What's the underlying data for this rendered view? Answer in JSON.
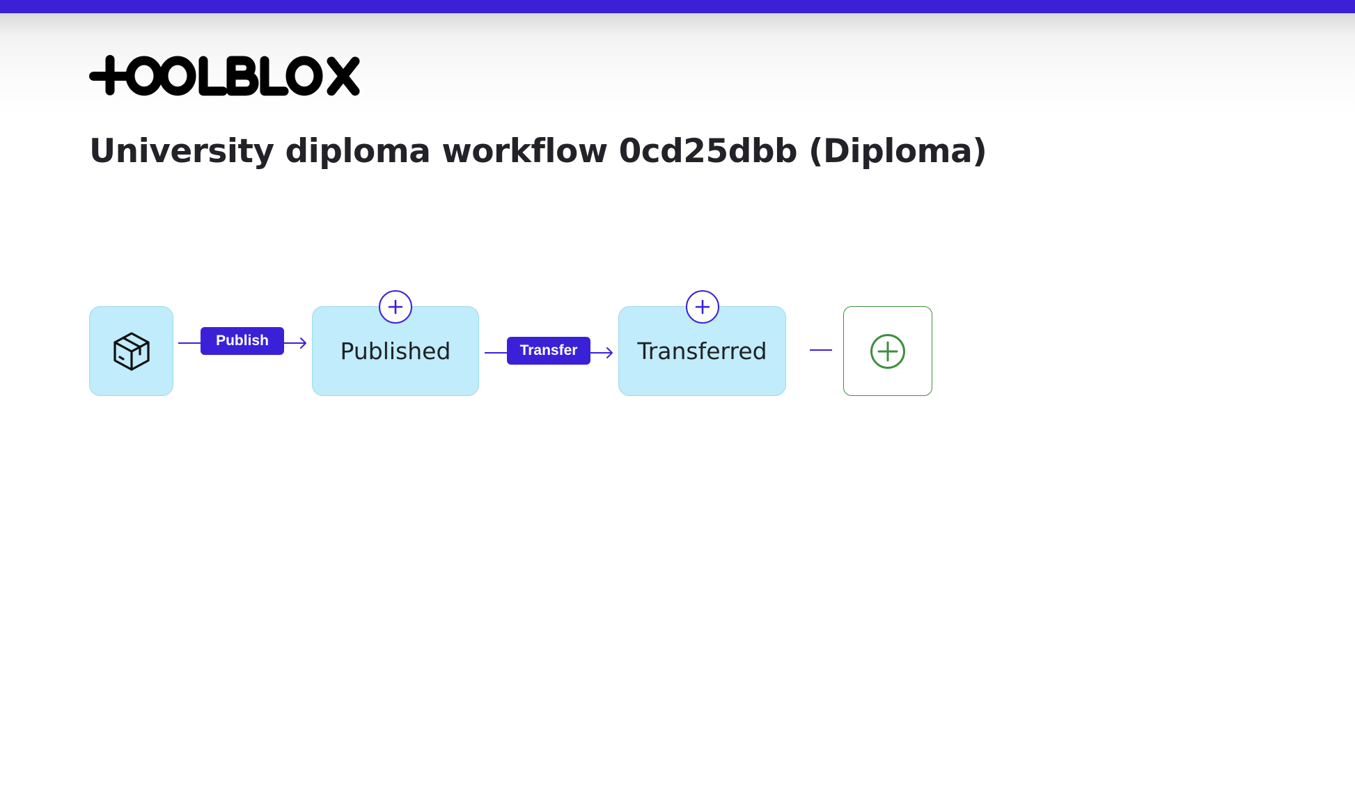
{
  "brand": {
    "name": "TOOLBLOX",
    "accent_color": "#3a21d8",
    "logo_icon": "toolblox-wordmark"
  },
  "page": {
    "title": "University diploma workflow 0cd25dbb (Diploma)"
  },
  "workflow": {
    "start_node": {
      "icon": "package-box-icon"
    },
    "transitions": [
      {
        "label": "Publish"
      },
      {
        "label": "Transfer"
      }
    ],
    "states": [
      {
        "label": "Published"
      },
      {
        "label": "Transferred"
      }
    ],
    "add_state": {
      "icon": "plus-circle-icon",
      "color": "#3e8f3e"
    },
    "node_fill_color": "#c0ecfb"
  }
}
